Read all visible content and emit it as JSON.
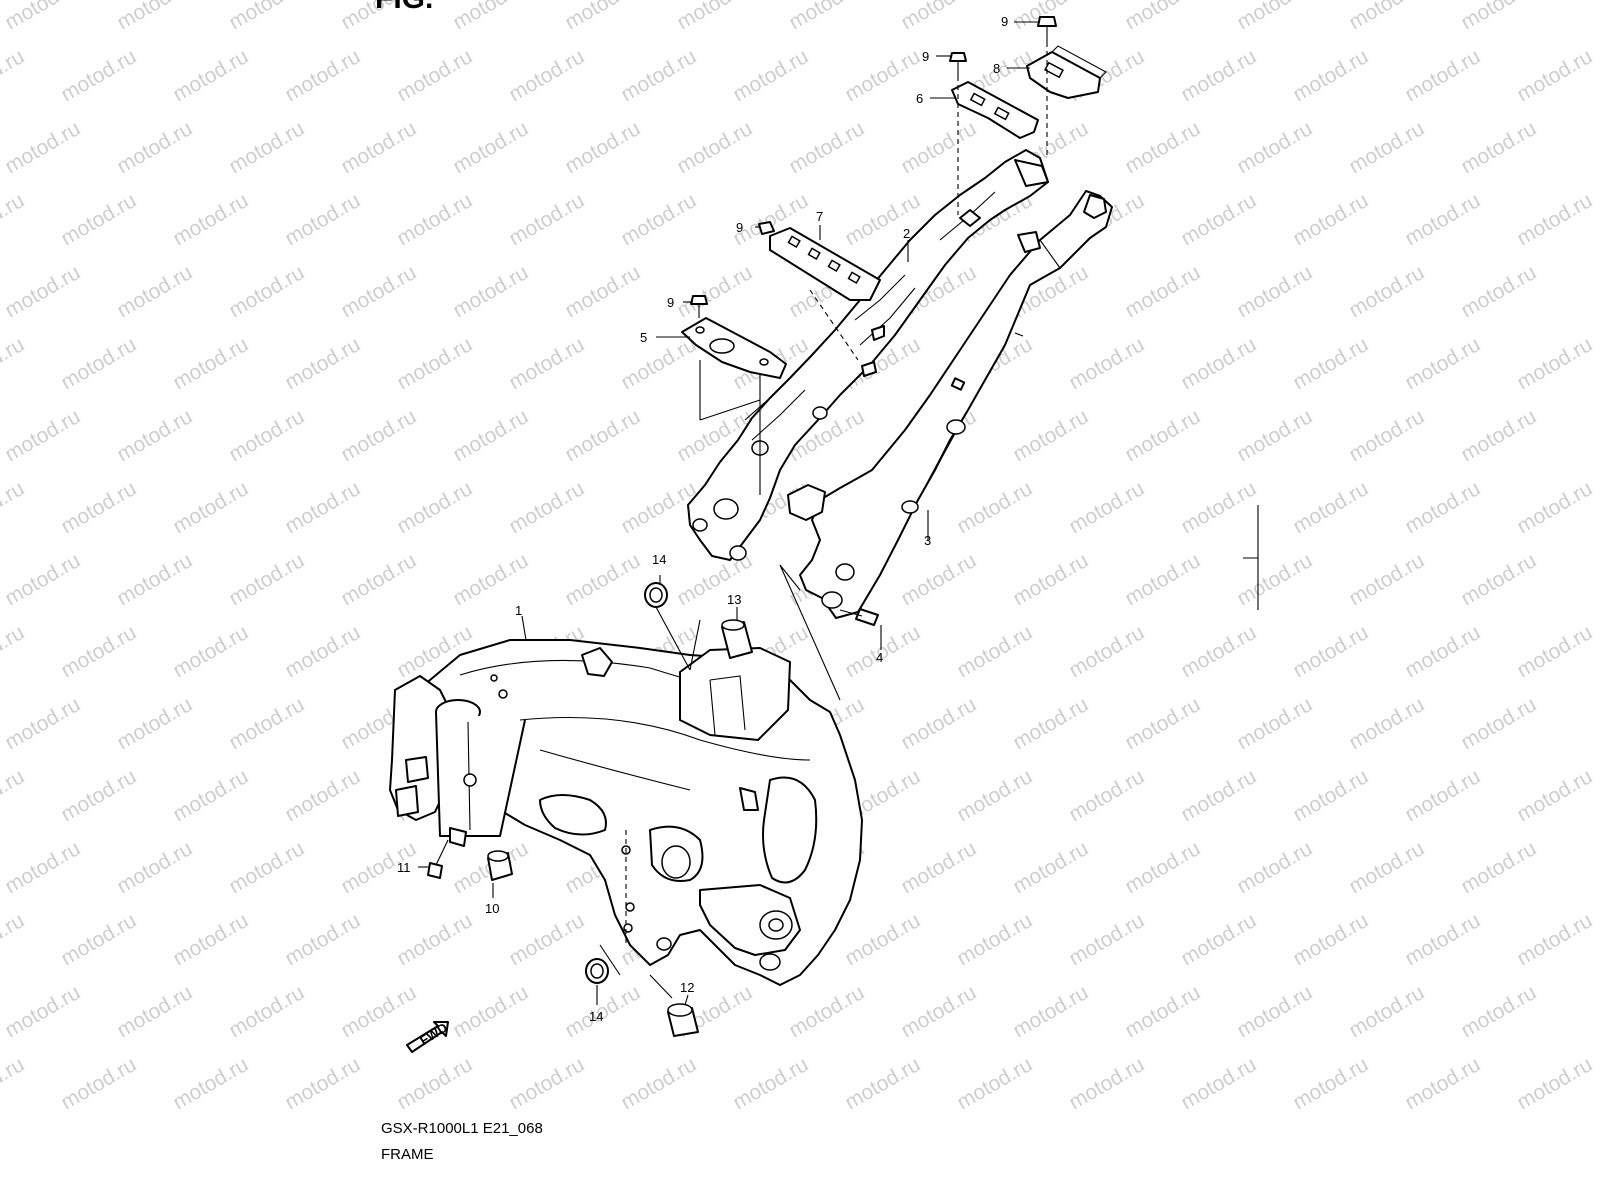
{
  "heading": "FIG.",
  "caption": {
    "model_code": "GSX-R1000L1 E21_068",
    "title": "FRAME"
  },
  "watermark": {
    "text": "motod.ru"
  },
  "callouts": [
    {
      "id": "c-1",
      "label": "1"
    },
    {
      "id": "c-2",
      "label": "2"
    },
    {
      "id": "c-3",
      "label": "3"
    },
    {
      "id": "c-4",
      "label": "4"
    },
    {
      "id": "c-5",
      "label": "5"
    },
    {
      "id": "c-6",
      "label": "6"
    },
    {
      "id": "c-7",
      "label": "7"
    },
    {
      "id": "c-8",
      "label": "8"
    },
    {
      "id": "c-9a",
      "label": "9"
    },
    {
      "id": "c-9b",
      "label": "9"
    },
    {
      "id": "c-9c",
      "label": "9"
    },
    {
      "id": "c-9d",
      "label": "9"
    },
    {
      "id": "c-10",
      "label": "10"
    },
    {
      "id": "c-11",
      "label": "11"
    },
    {
      "id": "c-12",
      "label": "12"
    },
    {
      "id": "c-13",
      "label": "13"
    },
    {
      "id": "c-14a",
      "label": "14"
    },
    {
      "id": "c-14b",
      "label": "14"
    }
  ],
  "fwd_arrow": {
    "label": "FWD",
    "icon": "fwd-arrow-icon"
  },
  "colors": {
    "ink": "#000000",
    "watermark": "#8c8c8c",
    "background": "#ffffff"
  }
}
